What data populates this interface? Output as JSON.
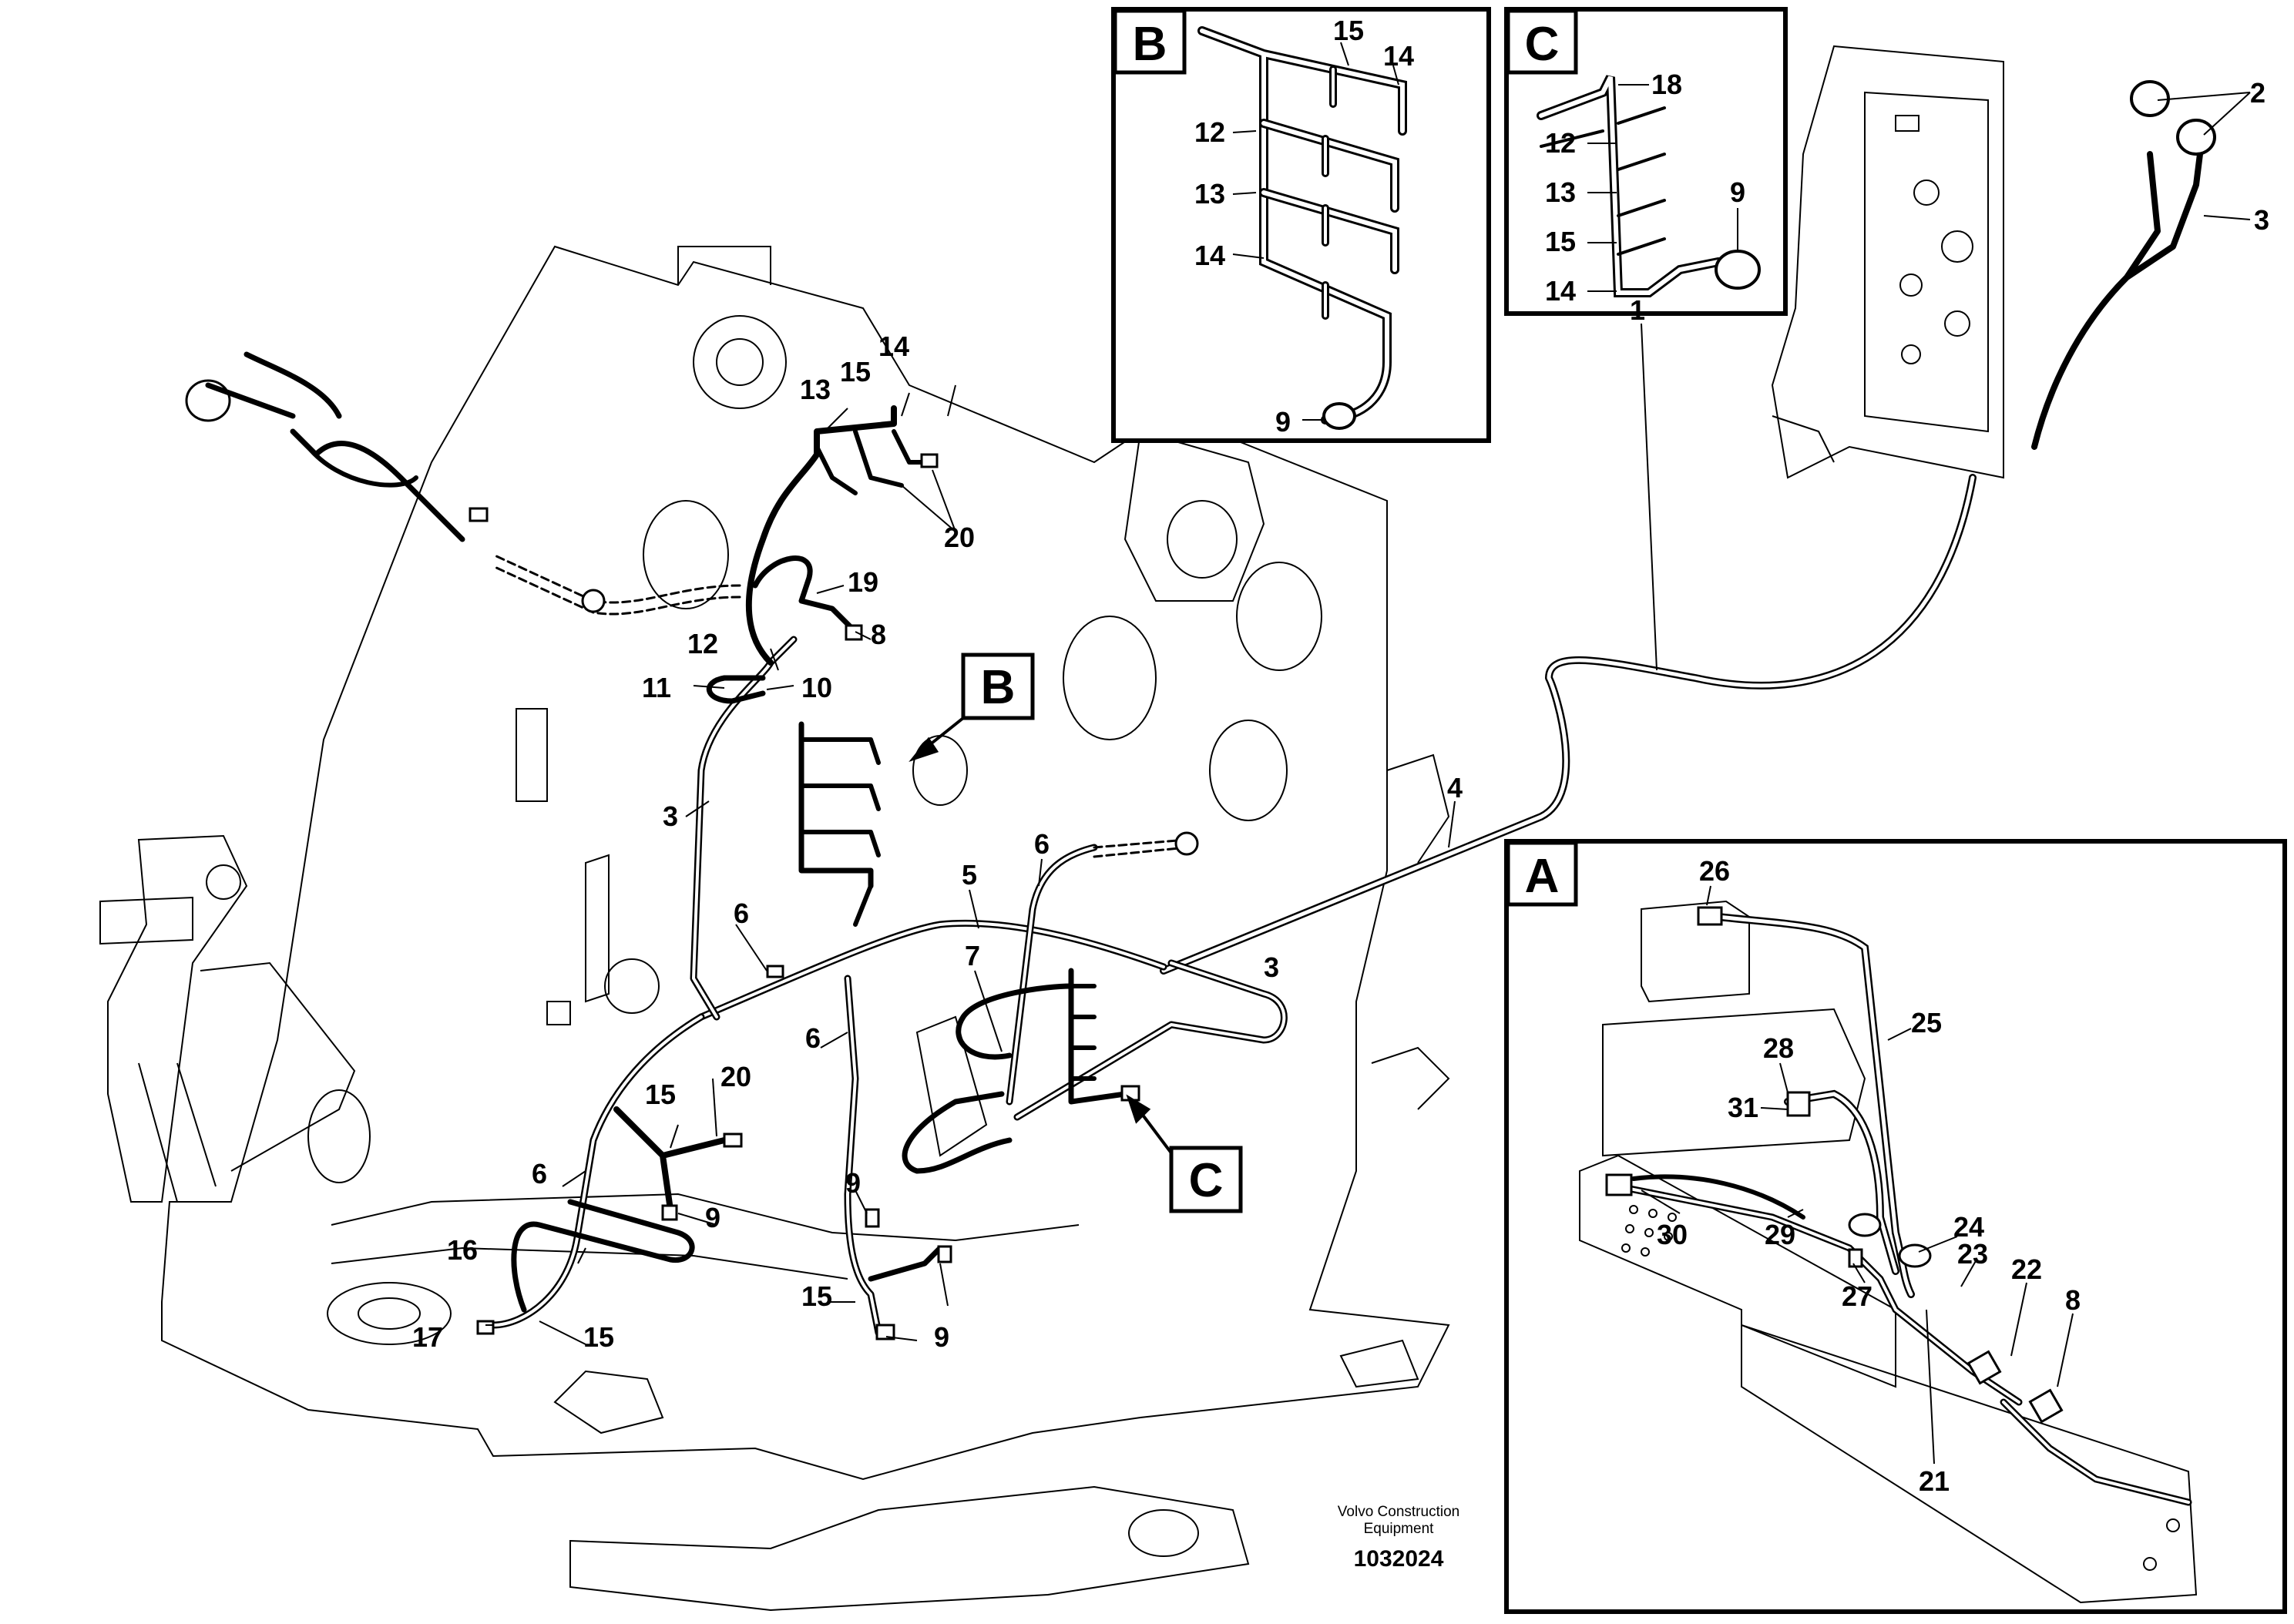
{
  "figure": {
    "publisher_line1": "Volvo Construction",
    "publisher_line2": "Equipment",
    "document_number": "1032024"
  },
  "detail_views": {
    "A": "A",
    "B": "B",
    "C": "C"
  },
  "main_callouts": {
    "c1": "1",
    "c2": "2",
    "c3a": "3",
    "c3b": "3",
    "c3c": "3",
    "c4": "4",
    "c5": "5",
    "c6a": "6",
    "c6b": "6",
    "c6c": "6",
    "c6d": "6",
    "c7": "7",
    "c8": "8",
    "c9a": "9",
    "c9b": "9",
    "c9c": "9",
    "c10": "10",
    "c11": "11",
    "c12": "12",
    "c13": "13",
    "c14": "14",
    "c15a": "15",
    "c15b": "15",
    "c15c": "15",
    "c15d": "15",
    "c16": "16",
    "c17": "17",
    "c19": "19",
    "c20a": "20",
    "c20b": "20",
    "cB": "B",
    "cC": "C"
  },
  "detail_b_callouts": {
    "c15": "15",
    "c14a": "14",
    "c12": "12",
    "c13": "13",
    "c14b": "14",
    "c9": "9"
  },
  "detail_c_callouts": {
    "c18": "18",
    "c12": "12",
    "c13": "13",
    "c15": "15",
    "c14": "14",
    "c9": "9"
  },
  "detail_a_callouts": {
    "c26": "26",
    "c25": "25",
    "c28": "28",
    "c31": "31",
    "c30": "30",
    "c29": "29",
    "c24": "24",
    "c23": "23",
    "c22": "22",
    "c8": "8",
    "c27": "27",
    "c21": "21"
  }
}
